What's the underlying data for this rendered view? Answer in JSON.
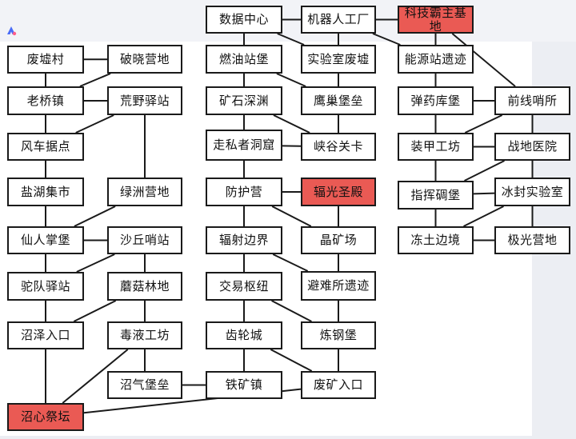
{
  "nodes": {
    "n1": {
      "label": "废墟村",
      "highlight": false
    },
    "n2": {
      "label": "老桥镇",
      "highlight": false
    },
    "n3": {
      "label": "风车据点",
      "highlight": false
    },
    "n4": {
      "label": "盐湖集市",
      "highlight": false
    },
    "n5": {
      "label": "仙人掌堡",
      "highlight": false
    },
    "n6": {
      "label": "驼队驿站",
      "highlight": false
    },
    "n7": {
      "label": "沼泽入口",
      "highlight": false
    },
    "n8": {
      "label": "沼心祭坛",
      "highlight": true
    },
    "n9": {
      "label": "破晓营地",
      "highlight": false
    },
    "n10": {
      "label": "荒野驿站",
      "highlight": false
    },
    "n11": {
      "label": "绿洲营地",
      "highlight": false
    },
    "n12": {
      "label": "沙丘哨站",
      "highlight": false
    },
    "n13": {
      "label": "蘑菇林地",
      "highlight": false
    },
    "n14": {
      "label": "毒液工坊",
      "highlight": false
    },
    "n15": {
      "label": "沼气堡垒",
      "highlight": false
    },
    "n16": {
      "label": "数据中心",
      "highlight": false
    },
    "n17": {
      "label": "燃油站堡",
      "highlight": false
    },
    "n18": {
      "label": "矿石深渊",
      "highlight": false
    },
    "n19": {
      "label": "走私者洞窟",
      "highlight": false
    },
    "n20": {
      "label": "防护营",
      "highlight": false
    },
    "n21": {
      "label": "辐射边界",
      "highlight": false
    },
    "n22": {
      "label": "交易枢纽",
      "highlight": false
    },
    "n23": {
      "label": "齿轮城",
      "highlight": false
    },
    "n24": {
      "label": "铁矿镇",
      "highlight": false
    },
    "n25": {
      "label": "机器人工厂",
      "highlight": false
    },
    "n26": {
      "label": "实验室废墟",
      "highlight": false
    },
    "n27": {
      "label": "鹰巢堡垒",
      "highlight": false
    },
    "n28": {
      "label": "峡谷关卡",
      "highlight": false
    },
    "n29": {
      "label": "辐光圣殿",
      "highlight": true
    },
    "n30": {
      "label": "晶矿场",
      "highlight": false
    },
    "n31": {
      "label": "避难所遗迹",
      "highlight": false
    },
    "n32": {
      "label": "炼钢堡",
      "highlight": false
    },
    "n33": {
      "label": "废矿入口",
      "highlight": false
    },
    "n34": {
      "label": "科技霸主基地",
      "highlight": true
    },
    "n35": {
      "label": "能源站遗迹",
      "highlight": false
    },
    "n36": {
      "label": "弹药库堡",
      "highlight": false
    },
    "n37": {
      "label": "装甲工坊",
      "highlight": false
    },
    "n38": {
      "label": "指挥碉堡",
      "highlight": false
    },
    "n39": {
      "label": "冻土边境",
      "highlight": false
    },
    "n40": {
      "label": "前线哨所",
      "highlight": false
    },
    "n41": {
      "label": "战地医院",
      "highlight": false
    },
    "n42": {
      "label": "冰封实验室",
      "highlight": false
    },
    "n43": {
      "label": "极光营地",
      "highlight": false
    }
  },
  "edges": [
    [
      "n1",
      "n2"
    ],
    [
      "n2",
      "n3"
    ],
    [
      "n3",
      "n4"
    ],
    [
      "n4",
      "n5"
    ],
    [
      "n5",
      "n6"
    ],
    [
      "n6",
      "n7"
    ],
    [
      "n7",
      "n8"
    ],
    [
      "n1",
      "n9"
    ],
    [
      "n9",
      "n2"
    ],
    [
      "n2",
      "n10"
    ],
    [
      "n10",
      "n3"
    ],
    [
      "n10",
      "n11"
    ],
    [
      "n11",
      "n5"
    ],
    [
      "n5",
      "n12"
    ],
    [
      "n12",
      "n6"
    ],
    [
      "n12",
      "n13"
    ],
    [
      "n13",
      "n7"
    ],
    [
      "n13",
      "n14"
    ],
    [
      "n14",
      "n8"
    ],
    [
      "n14",
      "n15"
    ],
    [
      "n15",
      "n24"
    ],
    [
      "n8",
      "n33"
    ],
    [
      "n16",
      "n17"
    ],
    [
      "n17",
      "n18"
    ],
    [
      "n18",
      "n19"
    ],
    [
      "n19",
      "n20"
    ],
    [
      "n20",
      "n21"
    ],
    [
      "n21",
      "n22"
    ],
    [
      "n22",
      "n23"
    ],
    [
      "n23",
      "n24"
    ],
    [
      "n16",
      "n25"
    ],
    [
      "n25",
      "n26"
    ],
    [
      "n16",
      "n26"
    ],
    [
      "n17",
      "n27"
    ],
    [
      "n18",
      "n28"
    ],
    [
      "n19",
      "n28"
    ],
    [
      "n20",
      "n29"
    ],
    [
      "n20",
      "n30"
    ],
    [
      "n21",
      "n31"
    ],
    [
      "n22",
      "n32"
    ],
    [
      "n23",
      "n33"
    ],
    [
      "n26",
      "n27"
    ],
    [
      "n27",
      "n28"
    ],
    [
      "n29",
      "n30"
    ],
    [
      "n30",
      "n31"
    ],
    [
      "n31",
      "n32"
    ],
    [
      "n32",
      "n33"
    ],
    [
      "n25",
      "n34"
    ],
    [
      "n25",
      "n35"
    ],
    [
      "n34",
      "n35"
    ],
    [
      "n34",
      "n40"
    ],
    [
      "n35",
      "n36"
    ],
    [
      "n36",
      "n37"
    ],
    [
      "n37",
      "n38"
    ],
    [
      "n38",
      "n39"
    ],
    [
      "n36",
      "n40"
    ],
    [
      "n40",
      "n37"
    ],
    [
      "n37",
      "n41"
    ],
    [
      "n41",
      "n38"
    ],
    [
      "n38",
      "n42"
    ],
    [
      "n42",
      "n39"
    ],
    [
      "n39",
      "n43"
    ],
    [
      "n40",
      "n41"
    ],
    [
      "n41",
      "n42"
    ],
    [
      "n42",
      "n43"
    ]
  ]
}
